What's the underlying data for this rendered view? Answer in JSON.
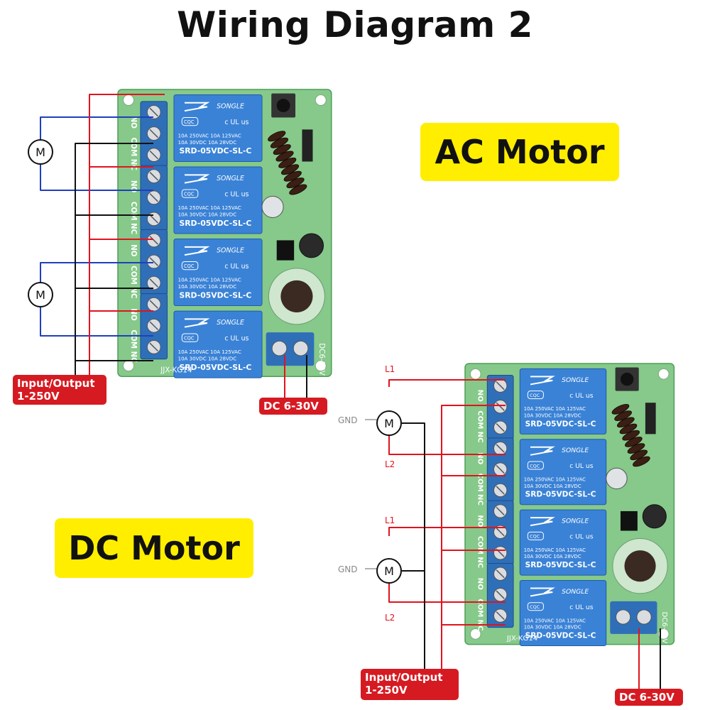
{
  "title": "Wiring Diagram 2",
  "callouts": {
    "ac_motor": "AC Motor",
    "dc_motor": "DC Motor"
  },
  "motor_symbol": "M",
  "relay": {
    "brand": "SONGLE",
    "rating_line1": "10A 250VAC  10A 125VAC",
    "rating_line2": "10A 30VDC  10A 28VDC",
    "model": "SRD-05VDC-SL-C",
    "cert": "c UL us",
    "cqc": "CQC"
  },
  "board": {
    "label": "JJX-KG14",
    "power_silk": "DC6-30V",
    "terminal_labels": [
      "NO",
      "COM",
      "NC",
      "NO",
      "COM",
      "NC",
      "NO",
      "COM",
      "NC",
      "NO",
      "COM",
      "NC"
    ]
  },
  "ac_wiring": {
    "io_label": "Input/Output\n1-250V",
    "power_label": "DC 6-30V"
  },
  "dc_wiring": {
    "l1": "L1",
    "l2": "L2",
    "gnd": "GND",
    "io_label": "Input/Output\n1-250V",
    "power_label": "DC 6-30V"
  },
  "colors": {
    "pcb": "#86c98a",
    "pcb_dark": "#4f9e57",
    "relay_blue": "#3a82d6",
    "terminal_blue": "#2f6fb8",
    "wire_red": "#e0141e",
    "wire_black": "#111111",
    "wire_blue": "#1f3fbf",
    "label_red": "#d61a22",
    "callout_yellow": "#ffee00"
  }
}
